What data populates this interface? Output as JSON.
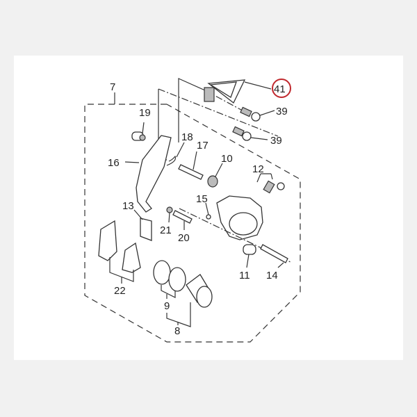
{
  "diagram": {
    "type": "exploded parts diagram",
    "highlight_color": "#c0282d",
    "highlighted_part": "41",
    "labels": [
      "7",
      "41",
      "39",
      "39",
      "19",
      "18",
      "17",
      "10",
      "16",
      "12",
      "15",
      "13",
      "21",
      "20",
      "11",
      "14",
      "22",
      "9",
      "8"
    ]
  }
}
